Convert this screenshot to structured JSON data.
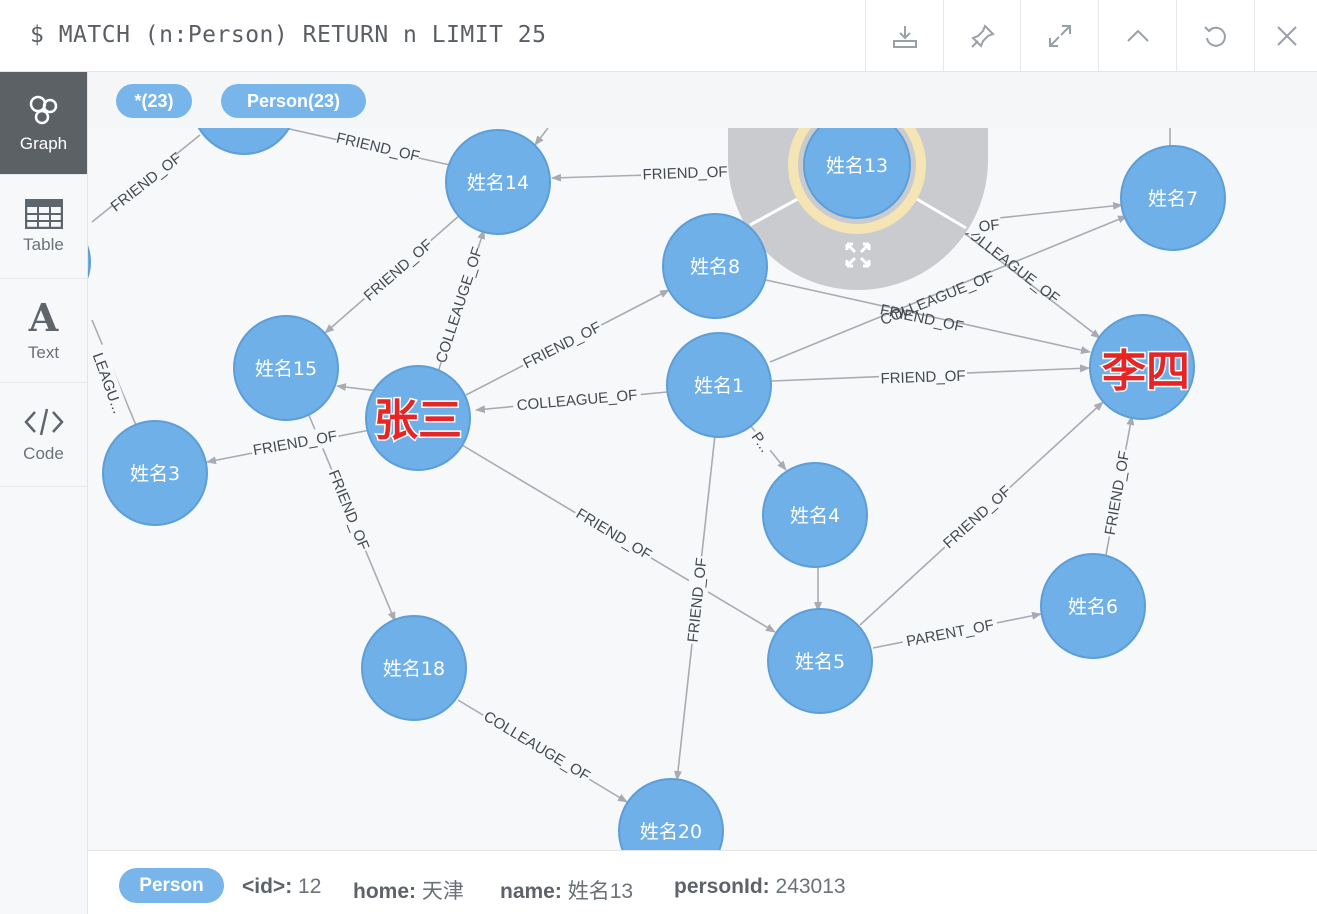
{
  "query": "$ MATCH (n:Person) RETURN n LIMIT 25",
  "toolbar": {
    "icons": [
      "download-icon",
      "pin-icon",
      "expand-icon",
      "collapse-icon",
      "refresh-icon",
      "close-icon"
    ]
  },
  "sidebar": {
    "items": [
      {
        "label": "Graph",
        "icon": "graph-icon",
        "active": true
      },
      {
        "label": "Table",
        "icon": "table-icon",
        "active": false
      },
      {
        "label": "Text",
        "icon": "text-icon",
        "active": false
      },
      {
        "label": "Code",
        "icon": "code-icon",
        "active": false
      }
    ]
  },
  "tags": {
    "all": "*(23)",
    "person": "Person(23)"
  },
  "graph": {
    "node_color": "#6fb0e8",
    "nodes": {
      "n13": "姓名13",
      "n14": "姓名14",
      "n7": "姓名7",
      "n8": "姓名8",
      "n15": "姓名15",
      "n1": "姓名1",
      "n3": "姓名3",
      "n4": "姓名4",
      "n6": "姓名6",
      "n5": "姓名5",
      "n18": "姓名18",
      "n20": "姓名20"
    },
    "edge_labels": {
      "e_top_left1": "FRIEND_OF",
      "e_top_left2": "FRIEND_OF",
      "e_13_14": "FRIEND_OF",
      "e_14_15": "FRIEND_OF",
      "e_zs_14": "COLLEAUGE_OF",
      "e_zs_8": "FRIEND_OF",
      "e_1_zs": "COLLEAGUE_OF",
      "e_zs_3": "FRIEND_OF",
      "e_15_18": "FRIEND_OF",
      "e_zs_5": "FRIEND_OF",
      "e_1_20": "FRIEND_OF",
      "e_1_4": "P...",
      "e_1_ls": "FRIEND_OF",
      "e_8_ls_a": "FRIEND_OF",
      "e_8_ls_b": "COLLEAGUE_OF",
      "e_13_ls": "COLLEAGUE_OF",
      "e_7": "_OF",
      "e_5_ls": "FRIEND_OF",
      "e_6_ls": "FRIEND_OF",
      "e_5_6": "PARENT_OF",
      "e_18_20": "COLLEAUGE_OF",
      "e_left": "LEAGU..."
    }
  },
  "annotations": {
    "zhangsan": "张三",
    "lisi": "李四"
  },
  "status": {
    "label": "Person",
    "id_key": "<id>:",
    "id_val": "12",
    "home_key": "home:",
    "home_val": "天津",
    "name_key": "name:",
    "name_val": "姓名13",
    "pid_key": "personId:",
    "pid_val": "243013"
  }
}
